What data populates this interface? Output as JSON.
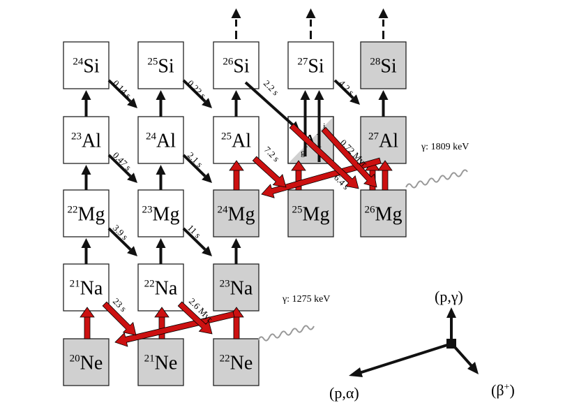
{
  "nuclides": [
    {
      "id": "si24",
      "mass": "24",
      "element": "Si",
      "stable": false
    },
    {
      "id": "si25",
      "mass": "25",
      "element": "Si",
      "stable": false
    },
    {
      "id": "si26",
      "mass": "26",
      "element": "Si",
      "stable": false
    },
    {
      "id": "si27",
      "mass": "27",
      "element": "Si",
      "stable": false
    },
    {
      "id": "si28",
      "mass": "28",
      "element": "Si",
      "stable": true
    },
    {
      "id": "al23",
      "mass": "23",
      "element": "Al",
      "stable": false
    },
    {
      "id": "al24",
      "mass": "24",
      "element": "Al",
      "stable": false
    },
    {
      "id": "al25",
      "mass": "25",
      "element": "Al",
      "stable": false
    },
    {
      "id": "al26",
      "mass": "",
      "element": "Al",
      "stable": false,
      "split": true
    },
    {
      "id": "al27",
      "mass": "27",
      "element": "Al",
      "stable": true
    },
    {
      "id": "mg22",
      "mass": "22",
      "element": "Mg",
      "stable": false
    },
    {
      "id": "mg23",
      "mass": "23",
      "element": "Mg",
      "stable": false
    },
    {
      "id": "mg24",
      "mass": "24",
      "element": "Mg",
      "stable": true
    },
    {
      "id": "mg25",
      "mass": "25",
      "element": "Mg",
      "stable": true
    },
    {
      "id": "mg26",
      "mass": "26",
      "element": "Mg",
      "stable": true
    },
    {
      "id": "na21",
      "mass": "21",
      "element": "Na",
      "stable": false
    },
    {
      "id": "na22",
      "mass": "22",
      "element": "Na",
      "stable": false
    },
    {
      "id": "na23",
      "mass": "23",
      "element": "Na",
      "stable": true
    },
    {
      "id": "ne20",
      "mass": "20",
      "element": "Ne",
      "stable": true
    },
    {
      "id": "ne21",
      "mass": "21",
      "element": "Ne",
      "stable": true
    },
    {
      "id": "ne22",
      "mass": "22",
      "element": "Ne",
      "stable": true
    }
  ],
  "isomer_labels": {
    "ground": "g",
    "metastable": "i"
  },
  "half_lives": [
    {
      "id": "hl-si24",
      "text": "0.14 s"
    },
    {
      "id": "hl-si25",
      "text": "0.22 s"
    },
    {
      "id": "hl-si26",
      "text": "2.2 s"
    },
    {
      "id": "hl-si27",
      "text": "4.2 s"
    },
    {
      "id": "hl-al23",
      "text": "0.47 s"
    },
    {
      "id": "hl-al24",
      "text": "2.1 s"
    },
    {
      "id": "hl-al25",
      "text": "7.2 s"
    },
    {
      "id": "hl-al26m",
      "text": "6.4 s"
    },
    {
      "id": "hl-al26g",
      "text": "0.72 Myr"
    },
    {
      "id": "hl-mg22",
      "text": "3.9 s"
    },
    {
      "id": "hl-mg23",
      "text": "11 s"
    },
    {
      "id": "hl-na21",
      "text": "23 s"
    },
    {
      "id": "hl-na22",
      "text": "2.6 Myr"
    }
  ],
  "gamma_lines": [
    {
      "id": "gamma-al26",
      "text": "γ:  1809 keV"
    },
    {
      "id": "gamma-na22",
      "text": "γ:  1275 keV"
    }
  ],
  "legend": {
    "p_gamma": "(p,γ)",
    "p_alpha": "(p,α)",
    "beta_plus": "(β+)"
  },
  "colors": {
    "stable_fill": "#d0d0d0",
    "unstable_fill": "#ffffff",
    "box_stroke": "#222222",
    "red_arrow": "#cc1111",
    "black_arrow": "#111111",
    "gamma_wave": "#999999"
  }
}
